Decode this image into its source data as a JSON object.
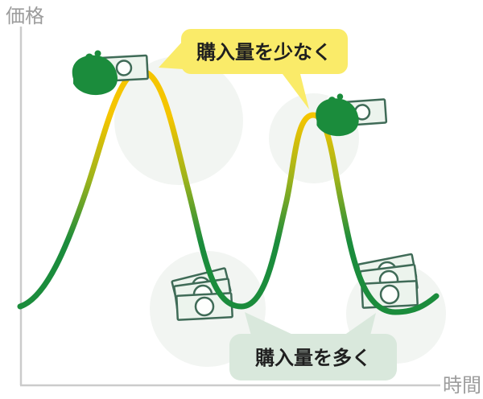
{
  "diagram": {
    "kind": "price-time-purchase-diagram",
    "axis": {
      "y_label": "価格",
      "x_label": "時間"
    },
    "callout_high": {
      "label": "購入量を少なく",
      "bg_color": "#FAEB69",
      "points_to": [
        "first-peak",
        "second-peak"
      ]
    },
    "callout_low": {
      "label": "購入量を多く",
      "bg_color": "#D9E8DC",
      "points_to": [
        "first-valley",
        "second-valley"
      ]
    },
    "icons": {
      "peak_icon": "coin-purse-with-banknote",
      "valley_icon": "banknote-stack"
    },
    "colors": {
      "curve_high": "#F5C500",
      "curve_low": "#1B8C3C",
      "purse_green": "#1B8C3C",
      "banknote_fill": "#ECF4ED",
      "banknote_stroke": "#3F6B57",
      "axis_line": "#CBCBCB",
      "axis_text": "#9C9C9C",
      "halo": "#F2F5F2",
      "background": "#FFFFFF"
    }
  },
  "chart_data": {
    "type": "line",
    "title": "",
    "xlabel": "時間",
    "ylabel": "価格",
    "x_range_norm": [
      0,
      1
    ],
    "y_range_norm": [
      0,
      1
    ],
    "series": [
      {
        "name": "価格",
        "points_norm": [
          {
            "x": 0.0,
            "y": 0.22
          },
          {
            "x": 0.28,
            "y": 0.98,
            "annotation": "購入量を少なく"
          },
          {
            "x": 0.53,
            "y": 0.22,
            "annotation": "購入量を多く"
          },
          {
            "x": 0.7,
            "y": 0.84,
            "annotation": "購入量を少なく"
          },
          {
            "x": 0.9,
            "y": 0.2,
            "annotation": "購入量を多く"
          },
          {
            "x": 1.0,
            "y": 0.26
          }
        ]
      }
    ],
    "legend": false,
    "grid": false,
    "style_note": "smooth curve, stroke gradient: yellow at high prices, green at low prices"
  }
}
